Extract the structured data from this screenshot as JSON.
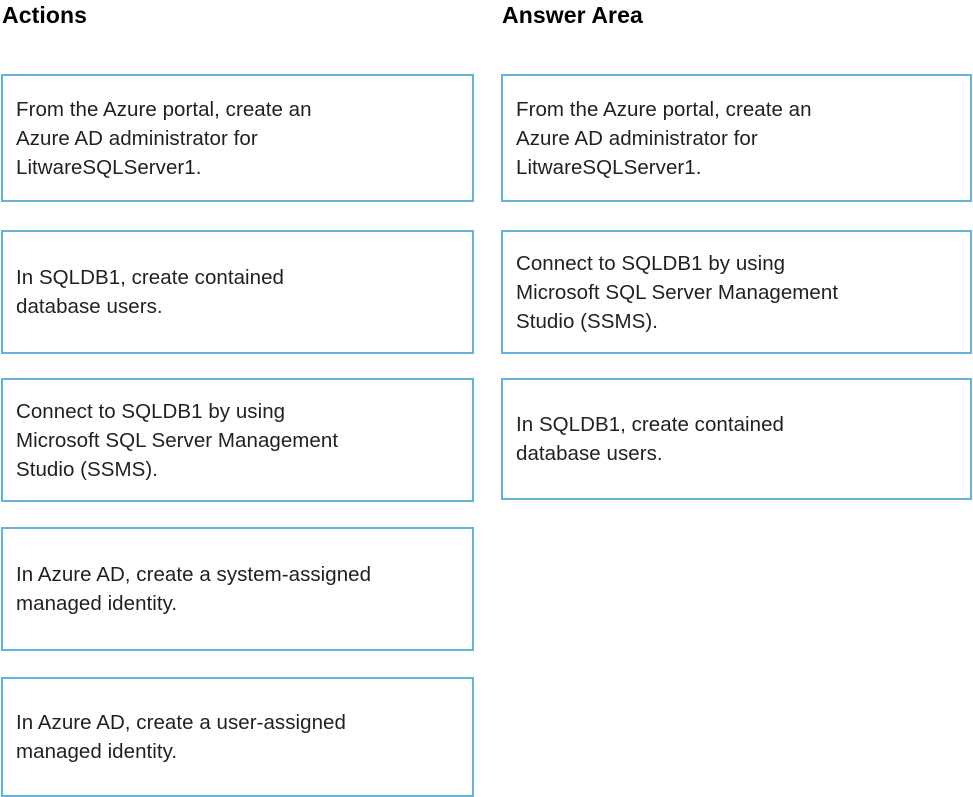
{
  "columns": {
    "actions": {
      "heading": "Actions",
      "items": [
        {
          "text": "From the Azure portal, create an\nAzure AD administrator for\nLitwareSQLServer1."
        },
        {
          "text": "In SQLDB1, create contained\ndatabase users."
        },
        {
          "text": "Connect to SQLDB1 by using\nMicrosoft SQL Server Management\nStudio (SSMS)."
        },
        {
          "text": "In Azure AD, create a system-assigned\nmanaged identity."
        },
        {
          "text": "In Azure AD, create a user-assigned\nmanaged identity."
        }
      ]
    },
    "answer_area": {
      "heading": "Answer Area",
      "items": [
        {
          "text": "From the Azure portal, create an\nAzure AD administrator for\nLitwareSQLServer1."
        },
        {
          "text": "Connect to SQLDB1 by using\nMicrosoft SQL Server Management\nStudio (SSMS)."
        },
        {
          "text": "In SQLDB1, create contained\ndatabase users."
        }
      ]
    }
  },
  "style": {
    "card_border_color": "#63b4d7",
    "text_color": "#231f20",
    "background_color": "#ffffff"
  }
}
